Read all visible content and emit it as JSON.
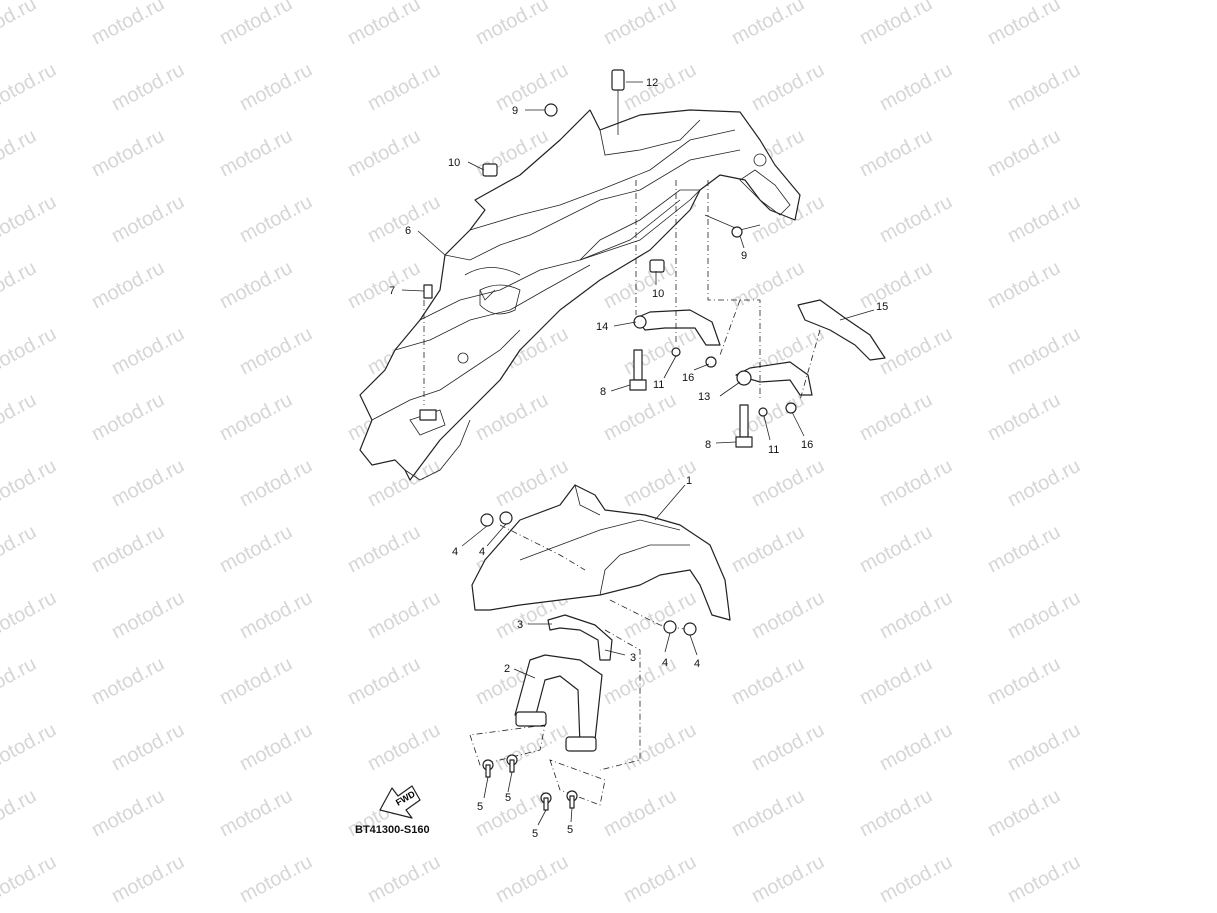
{
  "watermark": "motod.ru",
  "diagram_code": "BT41300-S160",
  "fwd_label": "FWD",
  "callouts": {
    "c1": "1",
    "c2": "2",
    "c3a": "3",
    "c3b": "3",
    "c4a": "4",
    "c4b": "4",
    "c4c": "4",
    "c4d": "4",
    "c5a": "5",
    "c5b": "5",
    "c5c": "5",
    "c5d": "5",
    "c6": "6",
    "c7": "7",
    "c8a": "8",
    "c8b": "8",
    "c9a": "9",
    "c9b": "9",
    "c10a": "10",
    "c10b": "10",
    "c11a": "11",
    "c11b": "11",
    "c12": "12",
    "c13": "13",
    "c14": "14",
    "c15": "15",
    "c16a": "16",
    "c16b": "16"
  }
}
